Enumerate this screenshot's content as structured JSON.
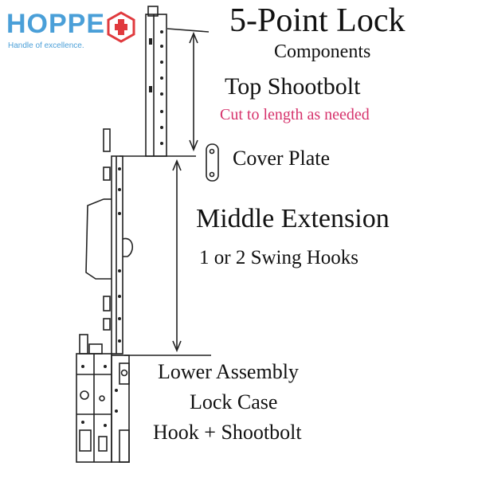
{
  "brand": {
    "name": "HOPPE",
    "tagline": "Handle of excellence.",
    "logo_icon": "hoppe-hexagon-logo-icon",
    "accent_color": "#4a9fd8",
    "logo_mark_color": "#e03a3e"
  },
  "heading": {
    "title": "5-Point Lock",
    "subtitle": "Components"
  },
  "labels": {
    "top_shootbolt": "Top Shootbolt",
    "cut_note": "Cut to length as needed",
    "cover_plate": "Cover Plate",
    "middle_extension": "Middle Extension",
    "swing_hooks": "1 or 2 Swing Hooks",
    "lower_assembly": "Lower Assembly",
    "lock_case": "Lock Case",
    "hook_shootbolt": "Hook + Shootbolt"
  },
  "colors": {
    "note": "#d6336c",
    "line_art": "#222222"
  }
}
